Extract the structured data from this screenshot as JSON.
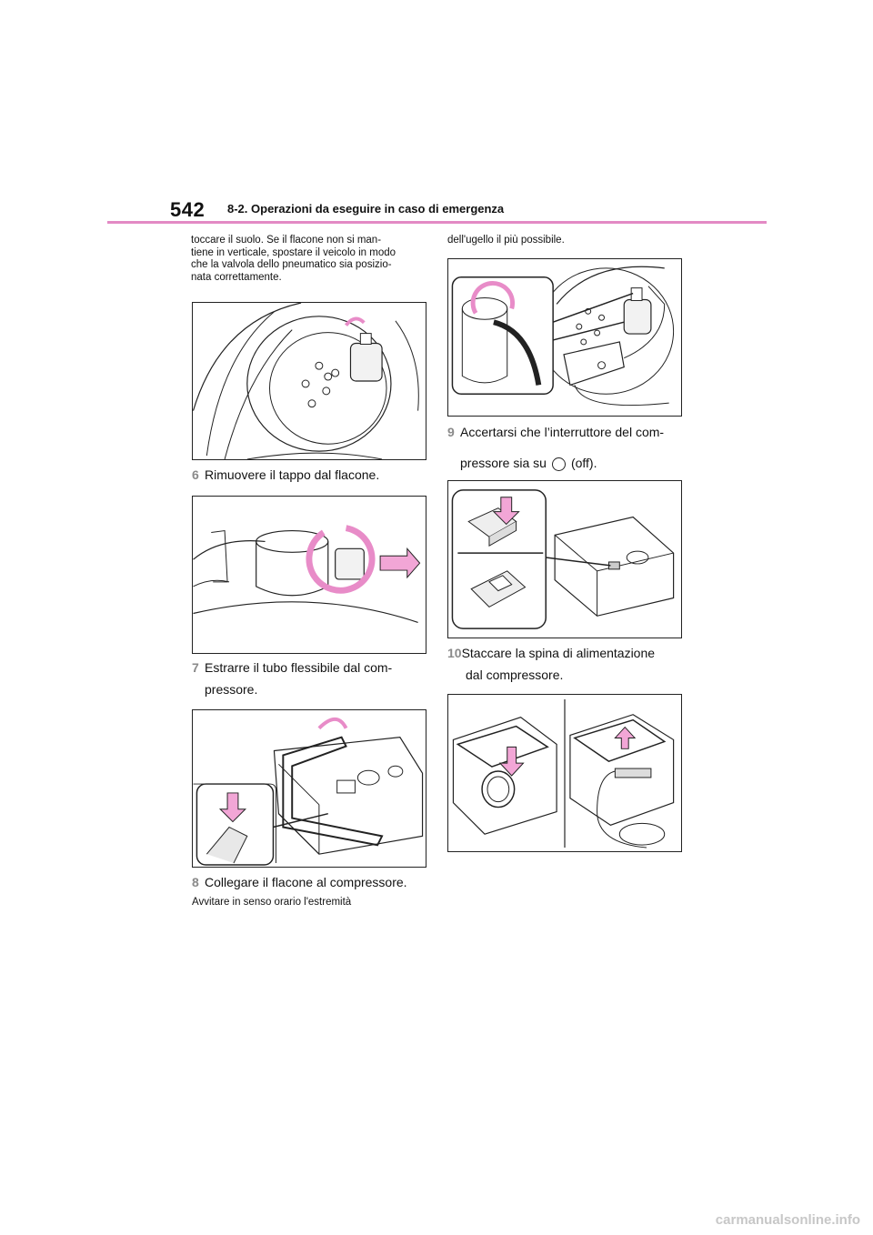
{
  "header": {
    "page_number": "542",
    "section_title": "8-2. Operazioni da eseguire in caso di emergenza"
  },
  "left_column": {
    "intro_text": "toccare il suolo. Se il flacone non si man-tiene in verticale, spostare il veicolo in modo che la valvola dello pneumatico sia posizio-nata correttamente.",
    "intro_lines": [
      "toccare il suolo. Se il flacone non si man-",
      "tiene in verticale, spostare il veicolo in modo",
      "che la valvola dello pneumatico sia posizio-",
      "nata correttamente."
    ],
    "step6": {
      "number": "6",
      "text": "Rimuovere il tappo dal flacone."
    },
    "step7": {
      "number": "7",
      "line1": "Estrarre il tubo flessibile dal com-",
      "line2": "pressore."
    },
    "step8": {
      "number": "8",
      "text": "Collegare il flacone al compressore."
    },
    "step8_note": "Avvitare in senso orario l'estremità"
  },
  "right_column": {
    "cont_text": "dell'ugello il più possibile.",
    "step9": {
      "number": "9",
      "line1": "Accertarsi che l’interruttore del com-",
      "line2_before": "pressore sia su",
      "line2_after": "(off)."
    },
    "step10": {
      "number": "10",
      "line1": "Staccare la spina di alimentazione",
      "line2": "dal compressore."
    }
  },
  "icons": {
    "off_symbol": "circle-off-icon"
  },
  "colors": {
    "accent_rule": "#e38ac4",
    "arrow_pink": "#f2a6d6",
    "step_number": "#8a8a8a"
  },
  "footer": {
    "watermark": "carmanualsonline.info"
  }
}
